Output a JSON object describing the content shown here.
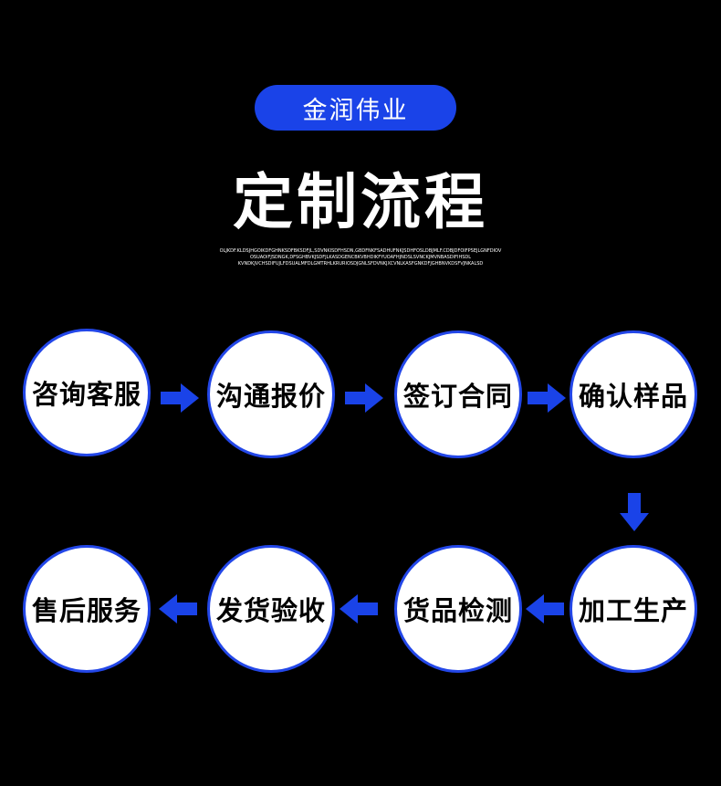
{
  "header": {
    "badge": "金润伟业",
    "title": "定制流程",
    "subtext_lines": [
      "OLJKDF.KLDSJHGOIKDFGHNKSDFBKSDFJL,SDVNKISDFHSDN,GBDFNKFSADHUFNKJSDHFOSLDBJMLF.CDBJDFOIFPSEJLGNFDIOV",
      "OSUAOIFJSDNGK,DFSGHBVKJSDFJLKASDGENCBKVBHDIKFYUOAFHJNDSLSVNCKJMVNBASDIFIHSDL",
      "KVNDKJVCHSDIFUJLFDSUALMFDLGMTRHLKRURIOSDJGNLSFDVNKJXCVNLKASFGNKDFJGHBNVKDSFVJNKALSD"
    ]
  },
  "steps": [
    {
      "label": "咨询客服"
    },
    {
      "label": "沟通报价"
    },
    {
      "label": "签订合同"
    },
    {
      "label": "确认样品"
    },
    {
      "label": "加工生产"
    },
    {
      "label": "货品检测"
    },
    {
      "label": "发货验收"
    },
    {
      "label": "售后服务"
    }
  ],
  "colors": {
    "background": "#000000",
    "accent": "#1a43e8",
    "circle_fill": "#ffffff",
    "text": "#000000"
  },
  "icons": {
    "right": "arrow-right-icon",
    "left": "arrow-left-icon",
    "down": "arrow-down-icon"
  }
}
